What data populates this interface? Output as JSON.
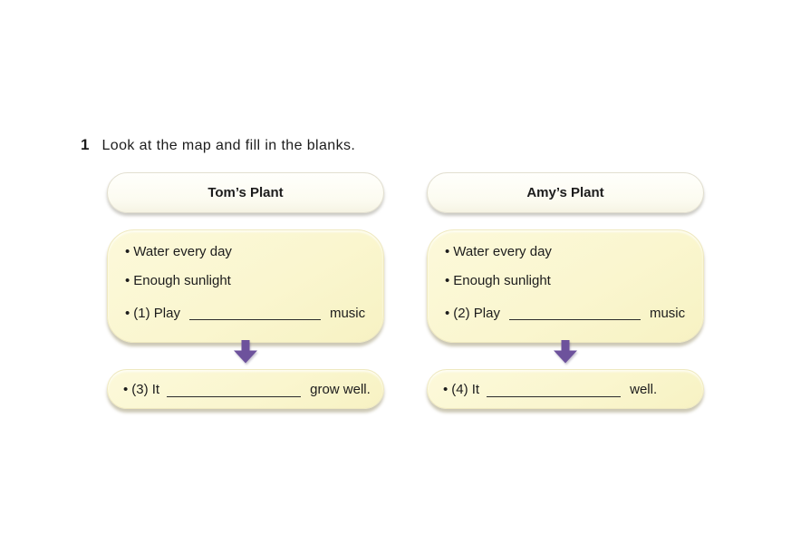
{
  "instruction": {
    "number": "1",
    "text": "Look at the map and fill in the blanks."
  },
  "ui": {
    "bullet": "•"
  },
  "colors": {
    "page_background": "#ffffff",
    "header_fill": "#fcfbf0",
    "box_fill": "#faf6cf",
    "box_shadow": "#cdc8a8",
    "arrow_purple": "#6d529c",
    "text": "#1c1c1c"
  },
  "columns": [
    {
      "title": "Tom’s Plant",
      "facts": [
        "Water every day",
        "Enough sunlight"
      ],
      "play_line": {
        "prefix": "(1) Play",
        "suffix": "music"
      },
      "result_line": {
        "prefix": "(3) It",
        "suffix": "grow well."
      }
    },
    {
      "title": "Amy’s Plant",
      "facts": [
        "Water every day",
        "Enough sunlight"
      ],
      "play_line": {
        "prefix": "(2) Play",
        "suffix": "music"
      },
      "result_line": {
        "prefix": "(4) It",
        "suffix": "well."
      }
    }
  ]
}
